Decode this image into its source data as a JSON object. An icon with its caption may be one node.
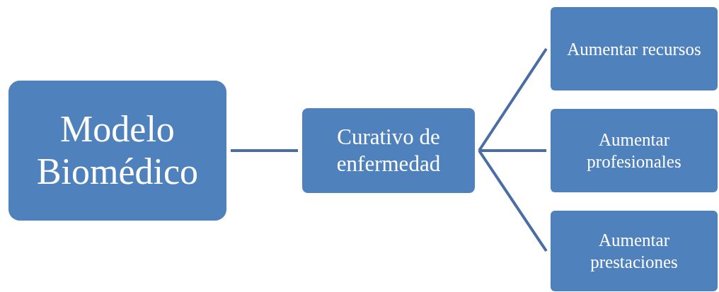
{
  "diagram": {
    "nodes": [
      {
        "text": [
          "Modelo Biomédico"
        ]
      },
      {
        "text": [
          "Curativo de enfermedad"
        ]
      },
      {
        "text": [
          "Aumentar recursos"
        ]
      },
      {
        "text": [
          "Aumentar profesionales"
        ]
      },
      {
        "text": [
          "Aumentar prestaciones"
        ]
      }
    ],
    "edges": [
      {
        "from": 0,
        "to": 1,
        "arrow": "none"
      },
      {
        "from": 1,
        "to": 2,
        "arrow": "none"
      },
      {
        "from": 1,
        "to": 3,
        "arrow": "none"
      },
      {
        "from": 1,
        "to": 4,
        "arrow": "none"
      }
    ]
  }
}
